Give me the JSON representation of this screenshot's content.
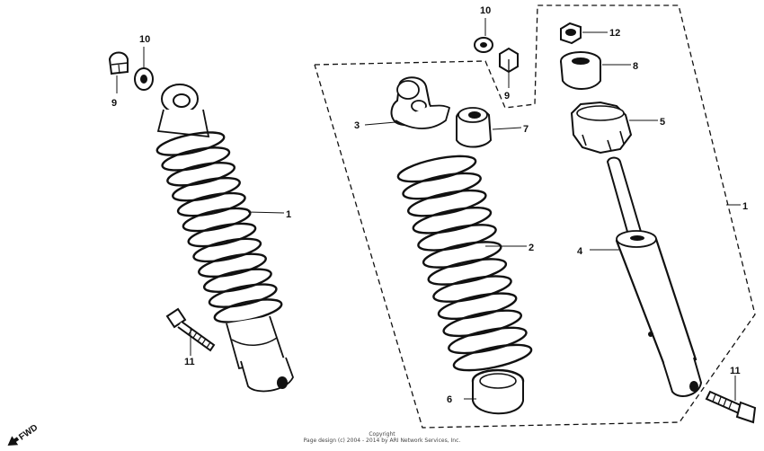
{
  "diagram": {
    "callouts": {
      "c1_left": "1",
      "c1_right": "1",
      "c2": "2",
      "c3": "3",
      "c4": "4",
      "c5": "5",
      "c6": "6",
      "c7": "7",
      "c8": "8",
      "c9_left": "9",
      "c9_mid": "9",
      "c10_left": "10",
      "c10_mid": "10",
      "c11_left": "11",
      "c11_right": "11",
      "c12": "12"
    },
    "direction_marker": "FWD"
  },
  "footer": {
    "line1": "Copyright",
    "line2": "Page design (c) 2004 - 2014 by ARI Network Services, Inc."
  },
  "colors": {
    "ink": "#111111",
    "paper": "#ffffff"
  }
}
